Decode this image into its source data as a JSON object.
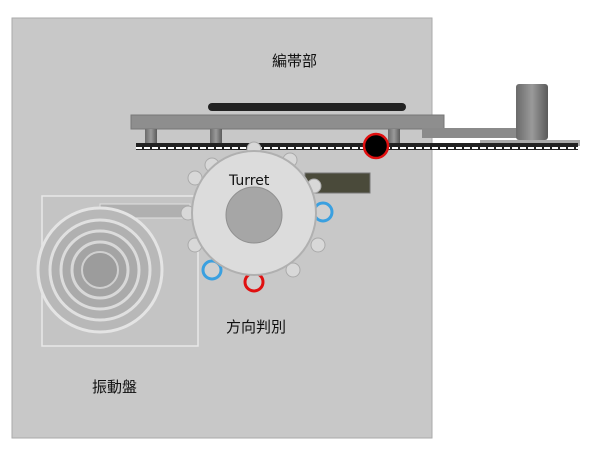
{
  "labels": {
    "taping": "編帯部",
    "turret": "Turret",
    "direction": "方向判別",
    "bowl_feeder": "振動盤"
  },
  "colors": {
    "panel": "#c8c8c8",
    "accent_red": "#e01010",
    "accent_blue": "#3aa0e0",
    "dark": "#202020"
  }
}
